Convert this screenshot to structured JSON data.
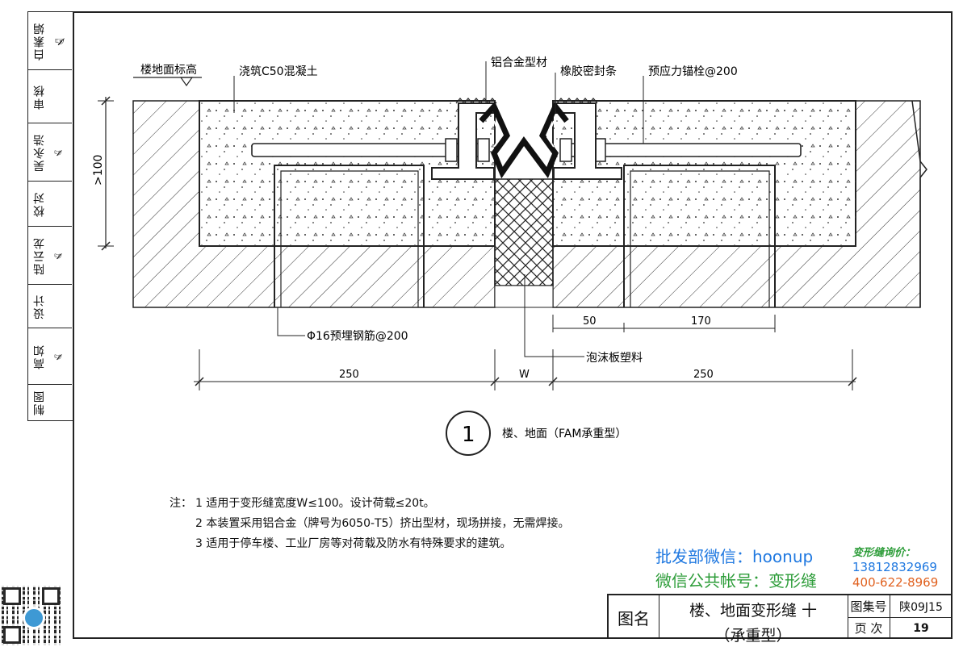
{
  "sidebar": {
    "roles": [
      "白素娟",
      "审核",
      "吴永浩",
      "校对",
      "陆云龙",
      "设计",
      "高如",
      "制图"
    ],
    "signatures": [
      "白素娟",
      "",
      "吴永浩",
      "",
      "陆云龙",
      "",
      "高如",
      ""
    ]
  },
  "diagram": {
    "labels": {
      "floor_level": "楼地面标高",
      "concrete": "浇筑C50混凝土",
      "aluminum": "铝合金型材",
      "rubber_seal": "橡胶密封条",
      "anchor_bolt": "预应力锚栓@200",
      "height_dim": ">100",
      "rebar": "Φ16预埋钢筋@200",
      "foam": "泡沫板塑料",
      "dim_50": "50",
      "dim_170": "170",
      "dim_250_left": "250",
      "dim_w": "W",
      "dim_250_right": "250"
    },
    "detail_number": "1",
    "detail_caption": "楼、地面（FAM承重型）"
  },
  "notes": {
    "label": "注：",
    "items": [
      "1  适用于变形缝宽度W≤100。设计荷载≤20t。",
      "2  本装置采用铝合金（牌号为6050-T5）挤出型材，现场拼接，无需焊接。",
      "3  适用于停车楼、工业厂房等对荷载及防水有特殊要求的建筑。"
    ]
  },
  "watermark": {
    "line1": "批发部微信：hoonup",
    "line2": "微信公共帐号：变形缝",
    "price_label": "变形缝询价：",
    "phone1": "13812832969",
    "phone2": "400-622-8969"
  },
  "title_block": {
    "name_label": "图名",
    "name_line1": "楼、地面变形缝 十",
    "name_line2": "（承重型）",
    "atlas_label": "图集号",
    "atlas_value": "陕09J15",
    "page_label": "页 次",
    "page_value": "19"
  },
  "colors": {
    "line": "#222222",
    "watermark_blue": "#1f78e0",
    "watermark_green": "#2e9d3a",
    "watermark_orange": "#e0601e"
  }
}
